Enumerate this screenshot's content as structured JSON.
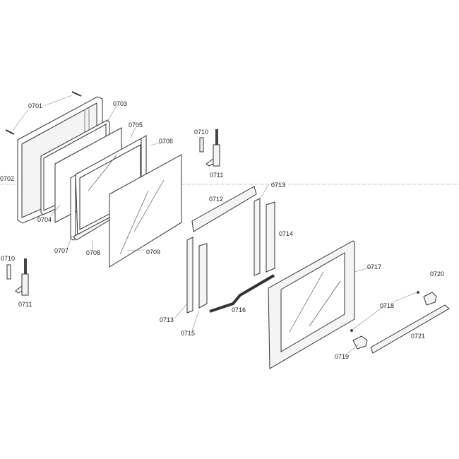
{
  "labels": [
    "0701",
    "0702",
    "0703",
    "0704",
    "0705",
    "0706",
    "0707",
    "0708",
    "0709",
    "0710",
    "0711",
    "0710",
    "0711",
    "0712",
    "0713",
    "0714",
    "0713",
    "0715",
    "0716",
    "0717",
    "0718",
    "0719",
    "0720",
    "0721"
  ]
}
